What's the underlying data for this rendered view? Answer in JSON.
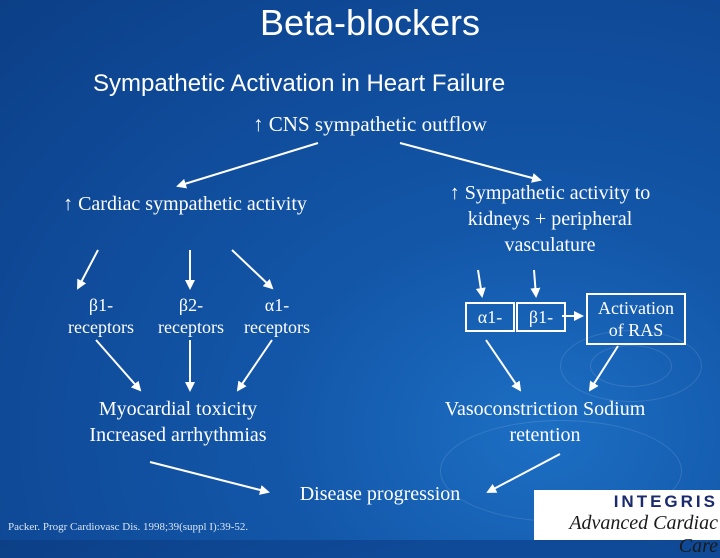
{
  "slide": {
    "title": "Beta-blockers",
    "subtitle": "Sympathetic Activation in Heart Failure"
  },
  "nodes": {
    "cns": "↑ CNS sympathetic outflow",
    "cardiac": "↑ Cardiac sympathetic activity",
    "renal": "↑ Sympathetic activity to kidneys + peripheral vasculature",
    "beta1_cardiac": "β1-receptors",
    "beta2_cardiac": "β2-receptors",
    "alpha1_cardiac": "α1-receptors",
    "alpha1_vascular": "α1-",
    "beta1_vascular": "β1-",
    "ras": "Activation of RAS",
    "myocardial": "Myocardial toxicity Increased arrhythmias",
    "vaso": "Vasoconstriction Sodium retention",
    "disease": "Disease progression"
  },
  "citation": "Packer. Progr Cardiovasc Dis. 1998;39(suppl I):39-52.",
  "logo": {
    "line1": "INTEGRIS",
    "line2": "Advanced Cardiac Care"
  },
  "colors": {
    "background": "#1356a8",
    "text": "#ffffff"
  }
}
